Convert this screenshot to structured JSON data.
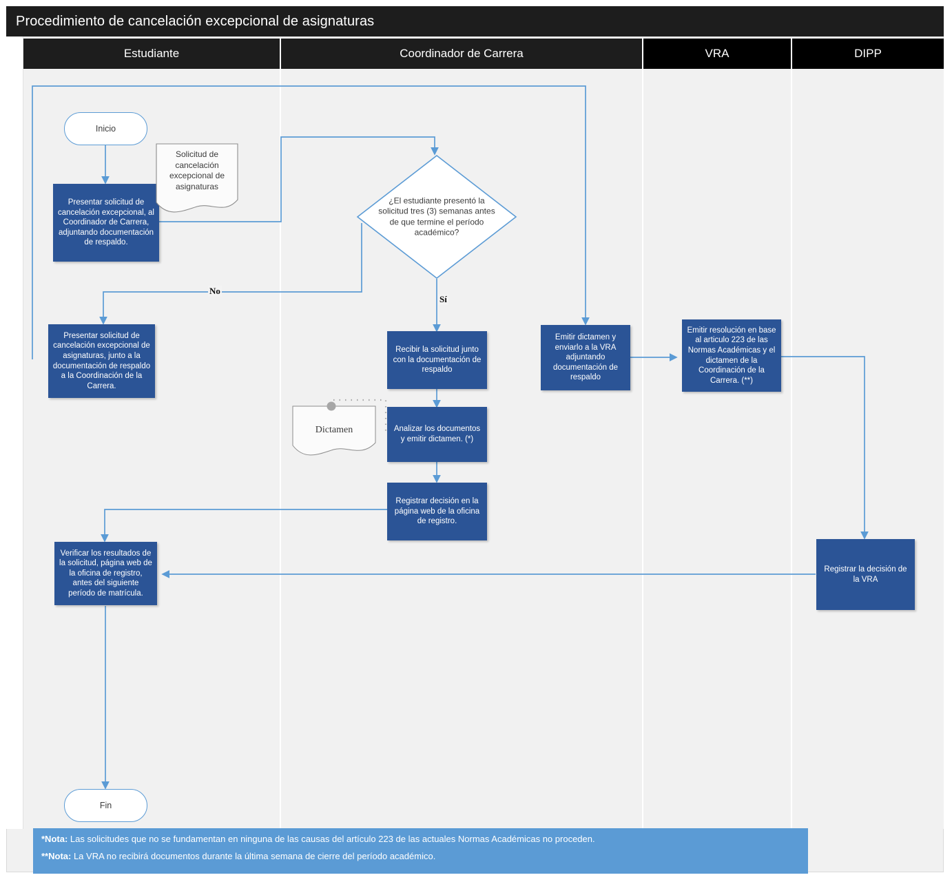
{
  "header": {
    "title": "Procedimiento de cancelación excepcional de asignaturas"
  },
  "lanes": [
    {
      "id": "estudiante",
      "label": "Estudiante"
    },
    {
      "id": "coordinador",
      "label": "Coordinador de Carrera"
    },
    {
      "id": "vra",
      "label": "VRA"
    },
    {
      "id": "dipp",
      "label": "DIPP"
    }
  ],
  "nodes": {
    "inicio": {
      "label": "Inicio",
      "type": "terminator"
    },
    "presentar_solicitud_1": {
      "label": "Presentar solicitud de cancelación excepcional, al Coordinador de Carrera, adjuntando documentación de respaldo.",
      "type": "process"
    },
    "solicitud_doc": {
      "label": "Solicitud de cancelación excepcional de asignaturas",
      "type": "document"
    },
    "decision_tres_semanas": {
      "label": "¿El estudiante  presentó la solicitud  tres (3) semanas antes de que termine el período académico?",
      "type": "decision"
    },
    "presentar_solicitud_2": {
      "label": "Presentar solicitud de cancelación excepcional de asignaturas, junto a la documentación de respaldo a la Coordinación de la Carrera.",
      "type": "process"
    },
    "recibir_solicitud": {
      "label": "Recibir la solicitud junto con la  documentación de respaldo",
      "type": "process"
    },
    "dictamen_doc": {
      "label": "Dictamen",
      "type": "document"
    },
    "analizar_documentos": {
      "label": "Analizar los documentos y emitir dictamen. (*)",
      "type": "process"
    },
    "registrar_decision_web": {
      "label": "Registrar decisión en la página web de la oficina de registro.",
      "type": "process"
    },
    "emitir_dictamen_vra": {
      "label": "Emitir dictamen y enviarlo a la VRA adjuntando documentación de respaldo",
      "type": "process"
    },
    "emitir_resolucion": {
      "label": "Emitir resolución en base al articulo  223 de las Normas Académicas y el dictamen de la Coordinación de la Carrera. (**)",
      "type": "process"
    },
    "registrar_decision_vra": {
      "label": "Registrar la decisión de la VRA",
      "type": "process"
    },
    "verificar_resultados": {
      "label": "Verificar los resultados de la solicitud, página web de la oficina de registro, antes del siguiente período de matrícula.",
      "type": "process"
    },
    "fin": {
      "label": "Fin",
      "type": "terminator"
    }
  },
  "edge_labels": {
    "no": "No",
    "si": "Sí"
  },
  "notes": {
    "note1_prefix": "*Nota:",
    "note1_text": " Las solicitudes que no se fundamentan en ninguna de las causas del artículo 223 de las actuales Normas Académicas no proceden.",
    "note2_prefix": "**Nota:",
    "note2_text": " La VRA no recibirá documentos durante la última semana de cierre del período académico."
  },
  "colors": {
    "process_fill": "#2b5496",
    "connector": "#5b9bd5",
    "header_bar": "#1d1d1d",
    "lane_header_alt": "#000000",
    "canvas": "#f1f1f1",
    "notes_banner": "#5b9bd5"
  }
}
